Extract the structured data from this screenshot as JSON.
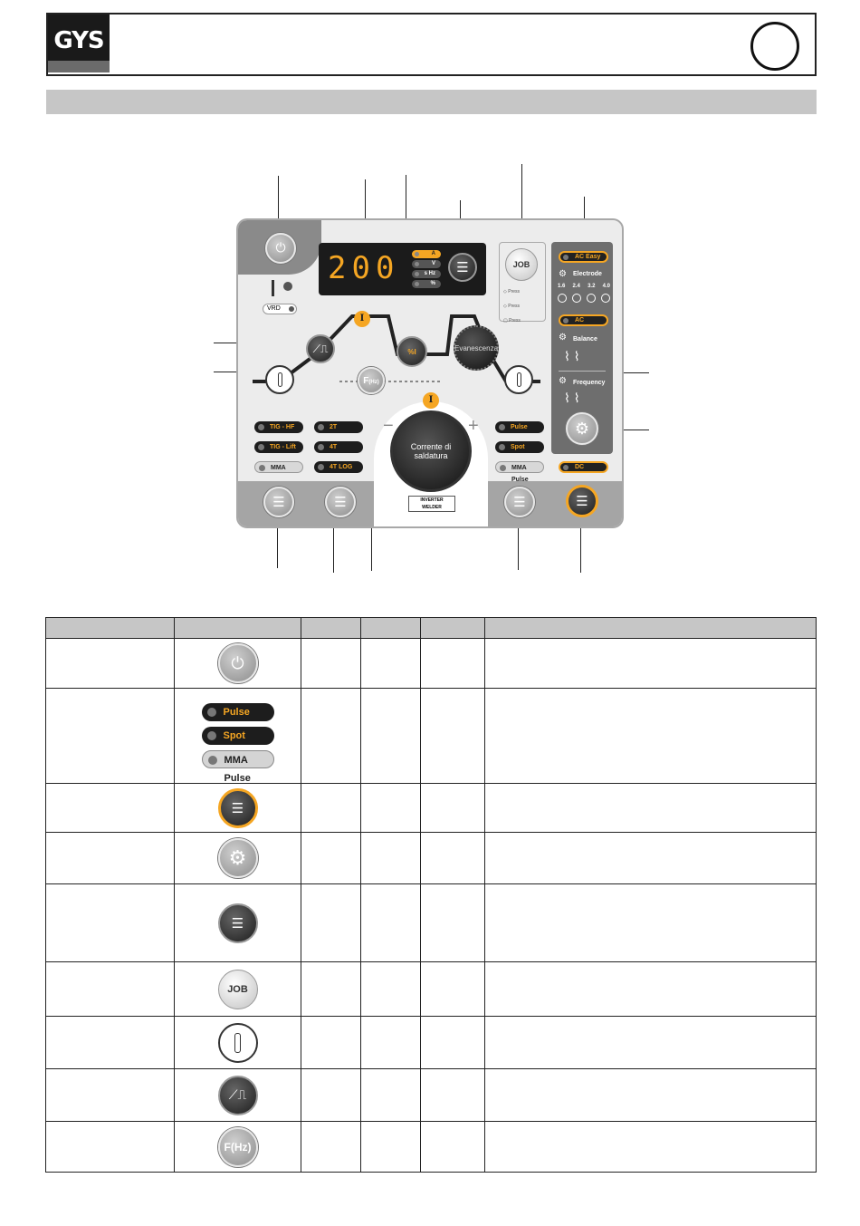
{
  "header": {
    "logo_text": "GYS"
  },
  "panel": {
    "display_value": "200",
    "units": [
      "A",
      "V",
      "s Hz",
      "%"
    ],
    "vrd_label": "VRD",
    "process_modes": [
      "TIG - HF",
      "TIG - Lift",
      "MMA"
    ],
    "trigger_modes": [
      "2T",
      "4T",
      "4T LOG"
    ],
    "pulse_modes": [
      "Pulse",
      "Spot",
      "MMA Pulse"
    ],
    "fhz_label": "F(Hz)",
    "fhz_small": "(Hz)",
    "fhz_big": "F",
    "knob_label_line1": "Corrente di",
    "knob_label_line2": "saldatura",
    "evanescenza_label": "Evanescenza",
    "brand_badge_line1": "INVERTER",
    "brand_badge_line2": "WELDER",
    "current_badge": "I",
    "minus_sign": "−",
    "plus_sign": "+",
    "job_label": "JOB",
    "press_label": "Press",
    "ac_panel": {
      "ac_easy_label": "AC Easy",
      "electrode_label": "Electrode",
      "electrode_sizes": [
        "1.6",
        "2.4",
        "3.2",
        "4.0"
      ],
      "ac_label": "AC",
      "balance_label": "Balance",
      "frequency_label": "Frequency",
      "dc_label": "DC"
    }
  },
  "table": {
    "rows": [
      {
        "icon": "power"
      },
      {
        "pills": [
          "Pulse",
          "Spot",
          "MMA Pulse"
        ]
      },
      {
        "icon": "list-orange"
      },
      {
        "icon": "gear"
      },
      {
        "icon": "list-dark"
      },
      {
        "icon": "job",
        "label": "JOB"
      },
      {
        "icon": "torch"
      },
      {
        "icon": "slope"
      },
      {
        "icon": "fhz",
        "label": "F(Hz)"
      }
    ]
  },
  "colors": {
    "accent": "#f5a623",
    "panel_bg": "#ececec",
    "header_gray": "#c6c6c6"
  }
}
